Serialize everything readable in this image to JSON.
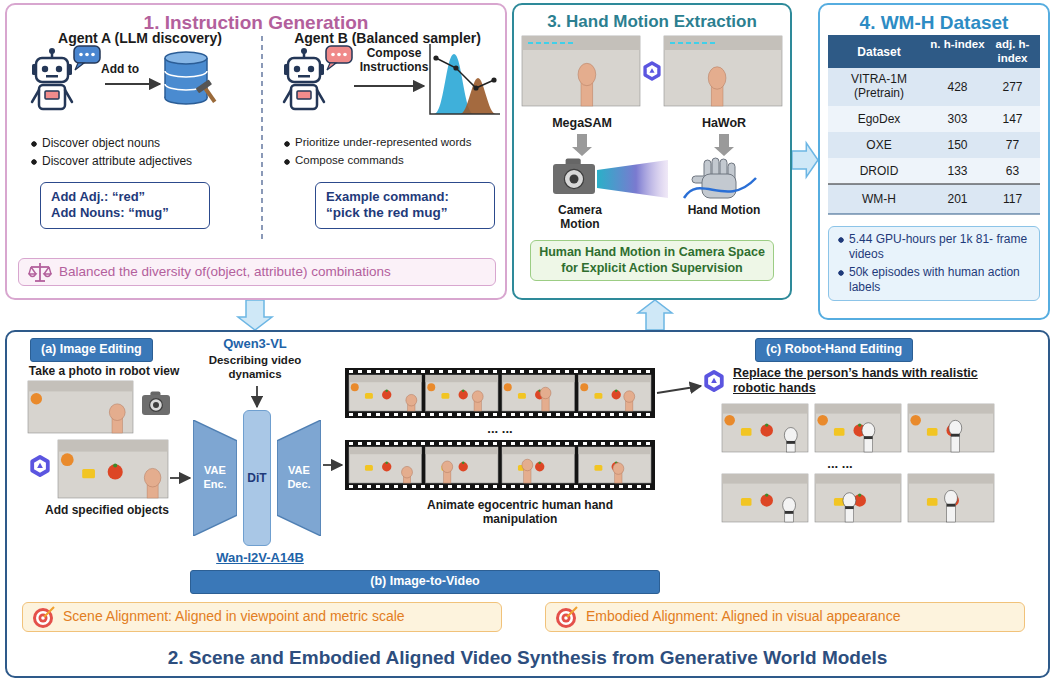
{
  "diagram": {
    "nodes": [
      {
        "text": [
          "1. Instruction Generation"
        ]
      },
      {
        "text": [
          "Add Adj.: “red”",
          "Add Nouns: “mug”"
        ],
        "in": 0
      },
      {
        "text": [
          "Example command:",
          "“pick the red mug”"
        ],
        "in": 0
      },
      {
        "text": [
          "Balanced the diversity of(object, attribute) combinations"
        ],
        "in": 0
      },
      {
        "text": [
          "3. Hand Motion Extraction"
        ]
      },
      {
        "text": [
          "Human Hand Motion in Camera Space for Explicit Action Supervision"
        ],
        "in": 4
      },
      {
        "text": [
          "4. WM-H Dataset"
        ]
      },
      {
        "text": [
          "5.44 GPU-hours per 1k 81- frame videos",
          "50k episodes with human action labels"
        ],
        "in": 6
      },
      {
        "text": [
          "2. Scene and Embodied Aligned Video Synthesis from Generative World Models"
        ]
      },
      {
        "text": [
          "(a) Image Editing"
        ],
        "in": 8
      },
      {
        "text": [
          "VAE Enc."
        ],
        "in": 8
      },
      {
        "text": [
          "DiT"
        ],
        "in": 8
      },
      {
        "text": [
          "VAE Dec."
        ],
        "in": 8
      },
      {
        "text": [
          "(b) Image-to-Video"
        ],
        "in": 8
      },
      {
        "text": [
          "(c) Robot-Hand Editing"
        ],
        "in": 8
      },
      {
        "text": [
          "Scene Alignment: Aligned in viewpoint and metric scale"
        ],
        "in": 8
      },
      {
        "text": [
          "Embodied Alignment: Aligned in visual appearance"
        ],
        "in": 8
      }
    ],
    "edges": [
      {
        "from": 0,
        "to": 8,
        "arrow": "to"
      },
      {
        "from": 8,
        "to": 4,
        "arrow": "to"
      },
      {
        "from": 4,
        "to": 6,
        "arrow": "to"
      }
    ],
    "labels": [
      "Agent A (LLM discovery)",
      "Add to",
      "Discover object nouns",
      "Discover attribute adjectives",
      "Agent B (Balanced sampler)",
      "Compose Instructions",
      "Prioritize under-represented words",
      "Compose commands",
      "MegaSAM",
      "HaWoR",
      "Camera Motion",
      "Hand Motion",
      "Dataset",
      "n. h-index",
      "adj. h-index",
      "VITRA-1M (Pretrain)",
      "428",
      "277",
      "EgoDex",
      "303",
      "147",
      "OXE",
      "150",
      "77",
      "DROID",
      "133",
      "63",
      "WM-H",
      "201",
      "117",
      "Take a photo in robot view",
      "Add specified objects",
      "Qwen3-VL",
      "Describing video dynamics",
      "Wan-I2V-A14B",
      "... ...",
      "Animate egocentric human hand manipulation",
      "Replace the person’s hands with realistic robotic hands",
      "... ..."
    ]
  }
}
